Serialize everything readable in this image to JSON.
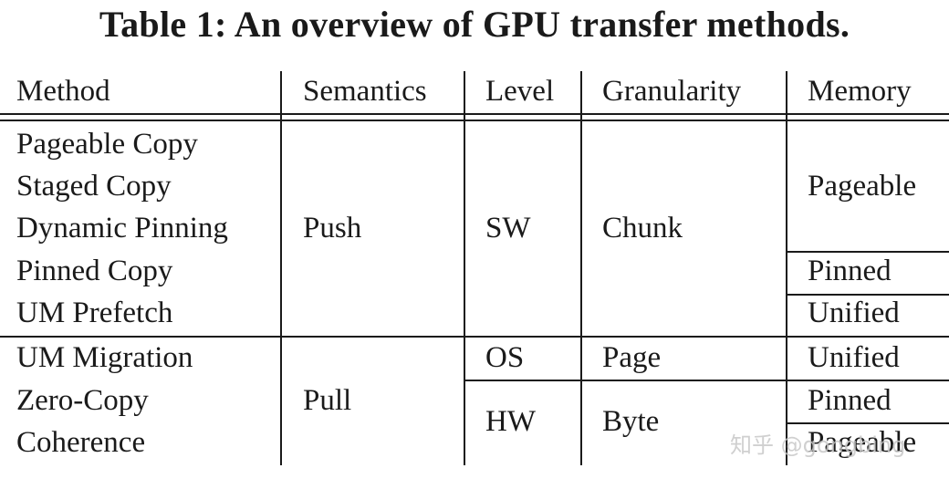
{
  "title": "Table 1: An overview of GPU transfer methods.",
  "headers": {
    "method": "Method",
    "semantics": "Semantics",
    "level": "Level",
    "granularity": "Granularity",
    "memory": "Memory"
  },
  "methods": [
    "Pageable Copy",
    "Staged Copy",
    "Dynamic Pinning",
    "Pinned Copy",
    "UM Prefetch",
    "UM Migration",
    "Zero-Copy",
    "Coherence"
  ],
  "groups": {
    "push": {
      "semantics": "Push",
      "level": "SW",
      "granularity": "Chunk",
      "memory": [
        "Pageable",
        "Pinned",
        "Unified"
      ]
    },
    "pull": {
      "semantics": "Pull",
      "level_os": "OS",
      "granularity_page": "Page",
      "memory_os": "Unified",
      "level_hw": "HW",
      "granularity_byte": "Byte",
      "memory_hw": [
        "Pinned",
        "Pageable"
      ]
    }
  },
  "watermark": "知乎 @gongbing"
}
